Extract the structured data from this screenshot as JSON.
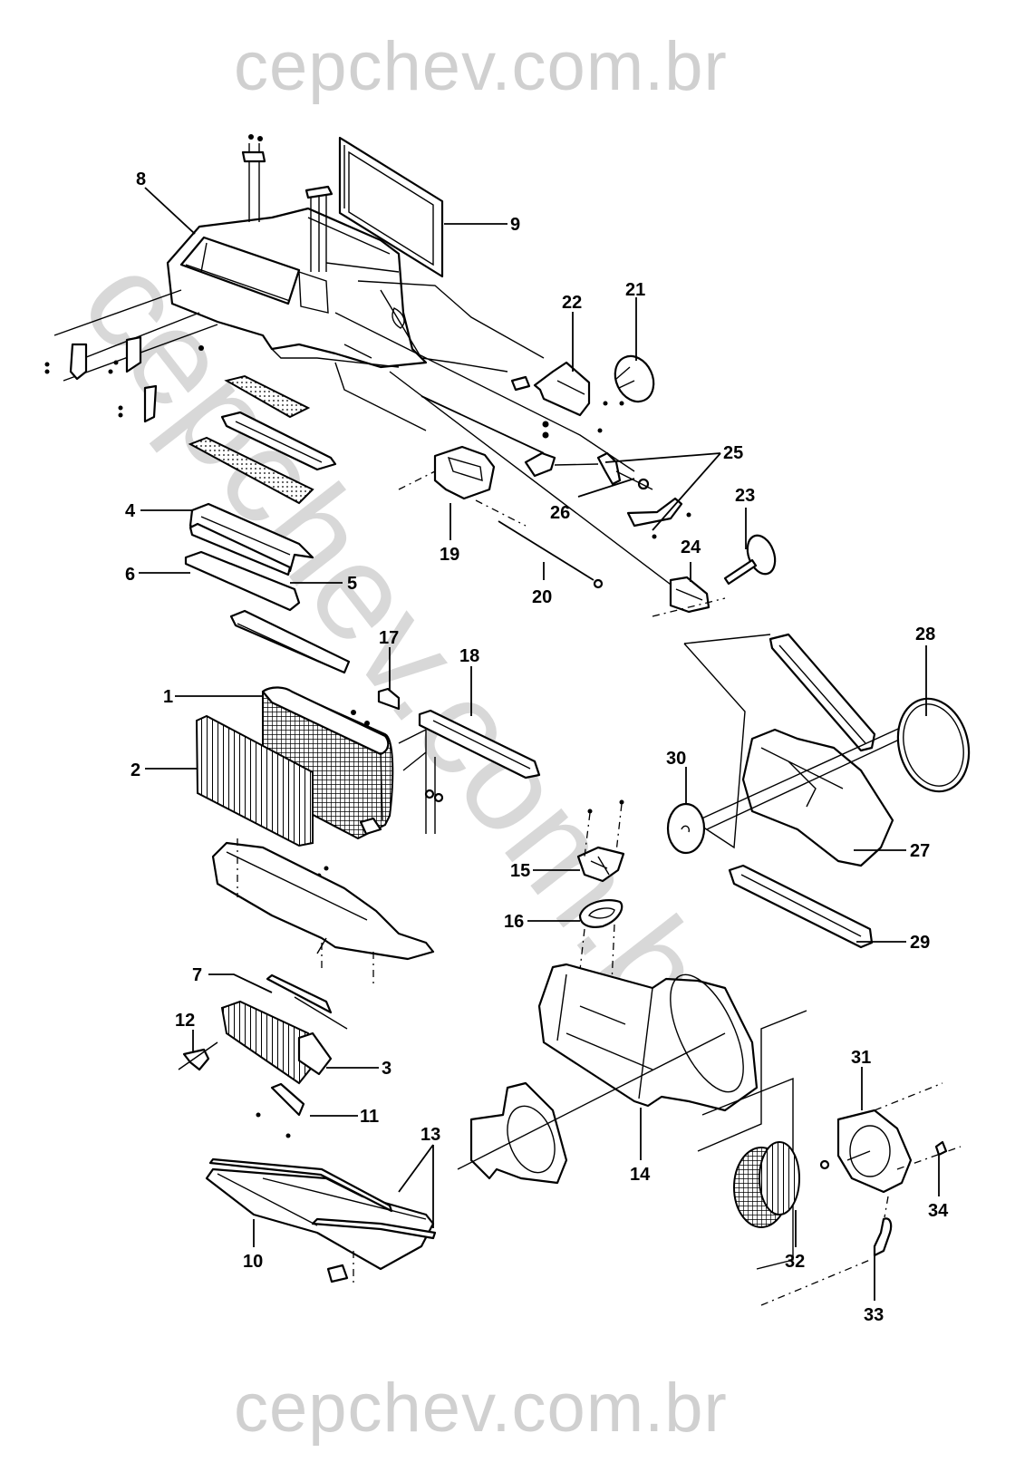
{
  "watermark": {
    "top": "cepchev.com.br",
    "bottom": "cepchev.com.br",
    "diagonal": "cepchev.com.br"
  },
  "callouts": [
    {
      "id": "1",
      "label": "1"
    },
    {
      "id": "2",
      "label": "2"
    },
    {
      "id": "3",
      "label": "3"
    },
    {
      "id": "4",
      "label": "4"
    },
    {
      "id": "5",
      "label": "5"
    },
    {
      "id": "6",
      "label": "6"
    },
    {
      "id": "7",
      "label": "7"
    },
    {
      "id": "8",
      "label": "8"
    },
    {
      "id": "9",
      "label": "9"
    },
    {
      "id": "10",
      "label": "10"
    },
    {
      "id": "11",
      "label": "11"
    },
    {
      "id": "12",
      "label": "12"
    },
    {
      "id": "13",
      "label": "13"
    },
    {
      "id": "14",
      "label": "14"
    },
    {
      "id": "15",
      "label": "15"
    },
    {
      "id": "16",
      "label": "16"
    },
    {
      "id": "17",
      "label": "17"
    },
    {
      "id": "18",
      "label": "18"
    },
    {
      "id": "19",
      "label": "19"
    },
    {
      "id": "20",
      "label": "20"
    },
    {
      "id": "21",
      "label": "21"
    },
    {
      "id": "22",
      "label": "22"
    },
    {
      "id": "23",
      "label": "23"
    },
    {
      "id": "24",
      "label": "24"
    },
    {
      "id": "25",
      "label": "25"
    },
    {
      "id": "26",
      "label": "26"
    },
    {
      "id": "27",
      "label": "27"
    },
    {
      "id": "28",
      "label": "28"
    },
    {
      "id": "29",
      "label": "29"
    },
    {
      "id": "30",
      "label": "30"
    },
    {
      "id": "31",
      "label": "31"
    },
    {
      "id": "32",
      "label": "32"
    },
    {
      "id": "33",
      "label": "33"
    },
    {
      "id": "34",
      "label": "34"
    }
  ]
}
